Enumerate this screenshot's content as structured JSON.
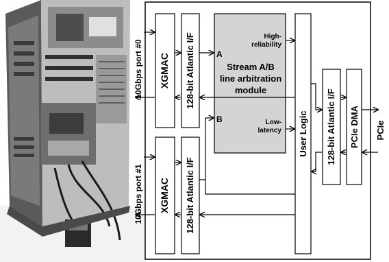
{
  "photo": {
    "subject": "pc-tower-with-network-card"
  },
  "ports": {
    "port0": "10Gbps port #0",
    "port1": "10Gbps port #1"
  },
  "blocks": {
    "xgmac_top": "XGMAC",
    "xgmac_bottom": "XGMAC",
    "atlantic_top": "128-bit Atlantic I/F",
    "atlantic_bottom": "128-bit Atlantic I/F",
    "arbitration_line1": "Stream A/B",
    "arbitration_line2": "line arbitration",
    "arbitration_line3": "module",
    "input_a": "A",
    "input_b": "B",
    "high_line1": "High-",
    "high_line2": "reliability",
    "low_line1": "Low-",
    "low_line2": "latency",
    "user_logic": "User Logic",
    "atlantic_right": "128-bit Atlantic I/F",
    "pcie_dma": "PCIe DMA",
    "pcie": "PCIe"
  },
  "colors": {
    "arbitration_fill": "#d4d4d4",
    "line": "#000000"
  }
}
